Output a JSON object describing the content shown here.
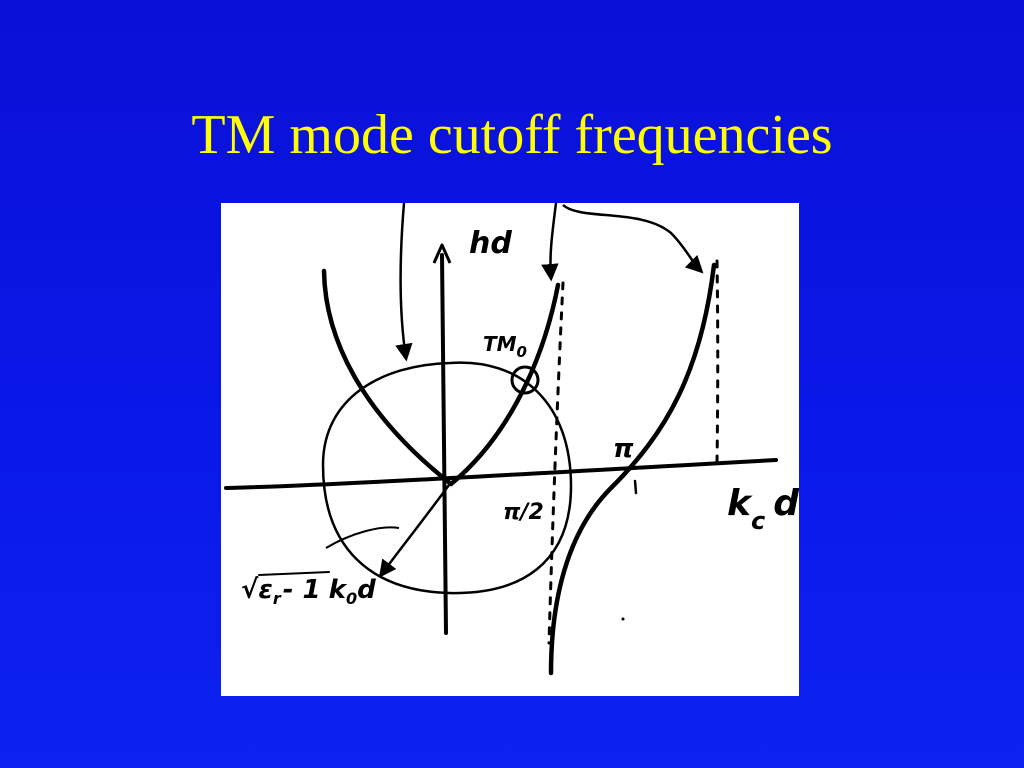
{
  "slide": {
    "title": "TM mode cutoff frequencies",
    "title_color": "#ffff00",
    "background_color": "#0a14e4"
  },
  "diagram": {
    "ink_color": "#000000",
    "panel_color": "#ffffff",
    "labels": {
      "vertical_axis": "hd",
      "horizontal_axis_main": "k",
      "horizontal_axis_sub": "c",
      "horizontal_axis_tail": "d",
      "mode_marker": "TM",
      "mode_marker_sub": "0",
      "asymptote_half_pi": "π/2",
      "pi_crossing": "π",
      "radius_root": "√",
      "radius_eps": "ε",
      "radius_eps_sub": "r",
      "radius_minus_one": "- 1",
      "radius_k": "k",
      "radius_k_sub": "0",
      "radius_d": "d"
    }
  }
}
